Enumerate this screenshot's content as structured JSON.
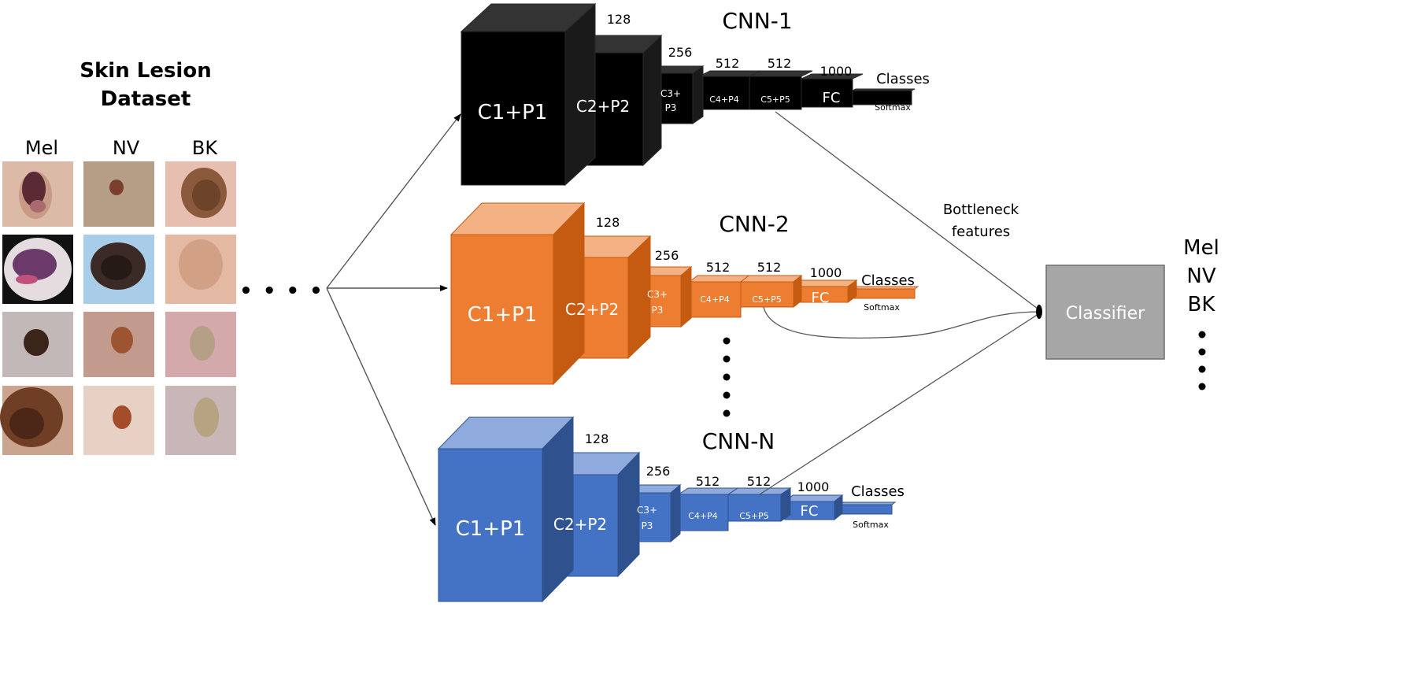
{
  "dataset": {
    "title_line1": "Skin Lesion",
    "title_line2": "Dataset",
    "columns": [
      "Mel",
      "NV",
      "BK"
    ],
    "ellipsis": "• • • •"
  },
  "networks": [
    {
      "name": "CNN-1",
      "color": "#000000",
      "blocks": {
        "b1": "C1+P1",
        "b2": "C2+P2",
        "b3_line1": "C3+",
        "b3_line2": "P3",
        "b4": "C4+P4",
        "b5": "C5+P5",
        "b6": "FC"
      },
      "sizes": [
        "128",
        "256",
        "512",
        "512",
        "1000"
      ],
      "output": "Classes",
      "activation": "Softmax"
    },
    {
      "name": "CNN-2",
      "color": "#ed7d31",
      "blocks": {
        "b1": "C1+P1",
        "b2": "C2+P2",
        "b3_line1": "C3+",
        "b3_line2": "P3",
        "b4": "C4+P4",
        "b5": "C5+P5",
        "b6": "FC"
      },
      "sizes": [
        "128",
        "256",
        "512",
        "512",
        "1000"
      ],
      "output": "Classes",
      "activation": "Softmax"
    },
    {
      "name": "CNN-N",
      "color": "#4472c4",
      "blocks": {
        "b1": "C1+P1",
        "b2": "C2+P2",
        "b3_line1": "C3+",
        "b3_line2": "P3",
        "b4": "C4+P4",
        "b5": "C5+P5",
        "b6": "FC"
      },
      "sizes": [
        "128",
        "256",
        "512",
        "512",
        "1000"
      ],
      "output": "Classes",
      "activation": "Softmax"
    }
  ],
  "bottleneck": {
    "line1": "Bottleneck",
    "line2": "features"
  },
  "classifier": {
    "label": "Classifier",
    "color": "#a6a6a6"
  },
  "outputs": [
    "Mel",
    "NV",
    "BK"
  ]
}
